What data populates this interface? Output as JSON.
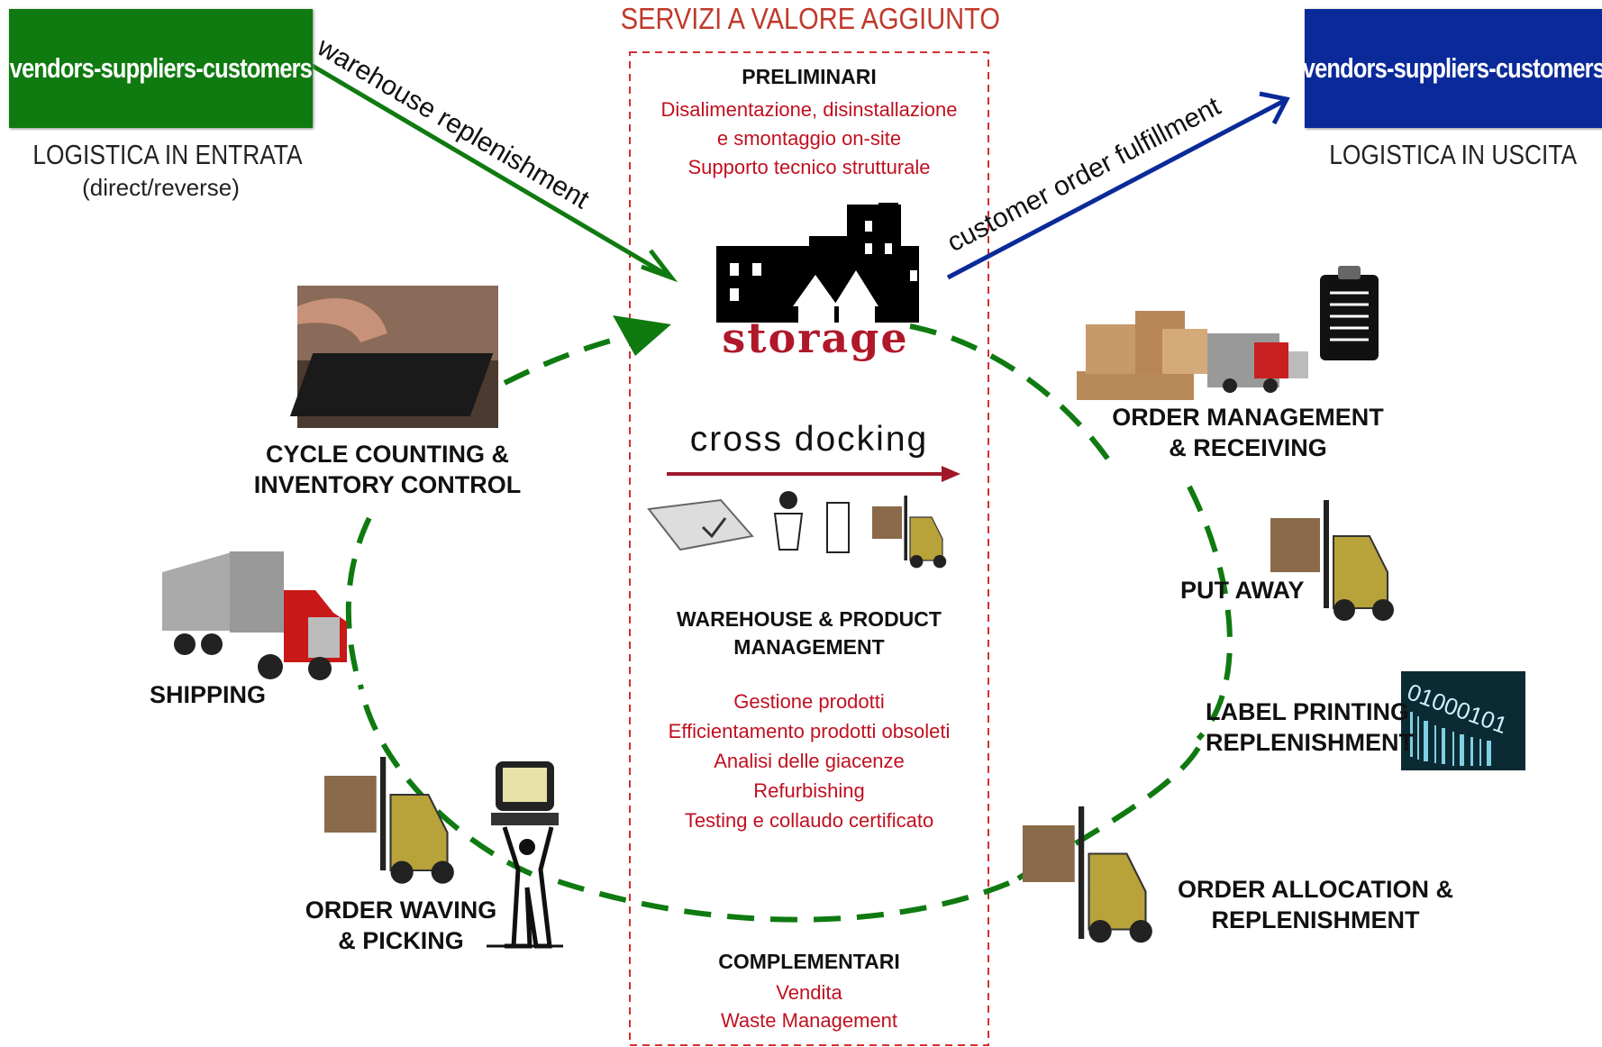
{
  "inbound": {
    "box_label": "vendors-suppliers-customers",
    "box_color": "#0f7a10",
    "caption": "LOGISTICA IN ENTRATA",
    "subcaption": "(direct/reverse)",
    "arrow_label": "warehouse replenishment",
    "arrow_color": "#0f7a10"
  },
  "outbound": {
    "box_label": "vendors-suppliers-customers",
    "box_color": "#0b2a99",
    "caption": "LOGISTICA IN USCITA",
    "arrow_label": "customer order fulfillment",
    "arrow_color": "#0b2a99"
  },
  "center_panel": {
    "title": "SERVIZI A VALORE AGGIUNTO",
    "preliminari": {
      "heading": "PRELIMINARI",
      "items": [
        "Disalimentazione, disinstallazione",
        "e smontaggio on-site",
        "Supporto tecnico strutturale"
      ]
    },
    "storage_label": "storage",
    "cross_docking_label": "cross docking",
    "warehouse_heading": [
      "WAREHOUSE & PRODUCT",
      "MANAGEMENT"
    ],
    "warehouse_items": [
      "Gestione prodotti",
      "Efficientamento prodotti obsoleti",
      "Analisi delle giacenze",
      "Refurbishing",
      "Testing e collaudo certificato"
    ],
    "complementari": {
      "heading": "COMPLEMENTARI",
      "items": [
        "Vendita",
        "Waste Management"
      ]
    }
  },
  "activities": {
    "cycle_counting": [
      "CYCLE COUNTING &",
      "INVENTORY CONTROL"
    ],
    "order_management": [
      "ORDER MANAGEMENT",
      "& RECEIVING"
    ],
    "put_away": "PUT AWAY",
    "label_printing": [
      "LABEL PRINTING",
      "REPLENISHMENT"
    ],
    "order_allocation": [
      "ORDER ALLOCATION &",
      "REPLENISHMENT"
    ],
    "order_waving": [
      "ORDER WAVING",
      "& PICKING"
    ],
    "shipping": "SHIPPING"
  },
  "icons": {
    "keyboard": "keyboard-photo-icon",
    "city": "city-skyline-icon",
    "boxes_truck": "boxes-truck-icon",
    "clipboard": "clipboard-icon",
    "forklift": "forklift-icon",
    "barcode": "barcode-photo-icon",
    "truck": "semi-truck-icon",
    "person_computer": "person-lifting-computer-icon",
    "inspector": "inspector-icon"
  },
  "barcode_digits": "01000101",
  "cycle_color": "#0f7a10",
  "accent_red": "#c01020"
}
